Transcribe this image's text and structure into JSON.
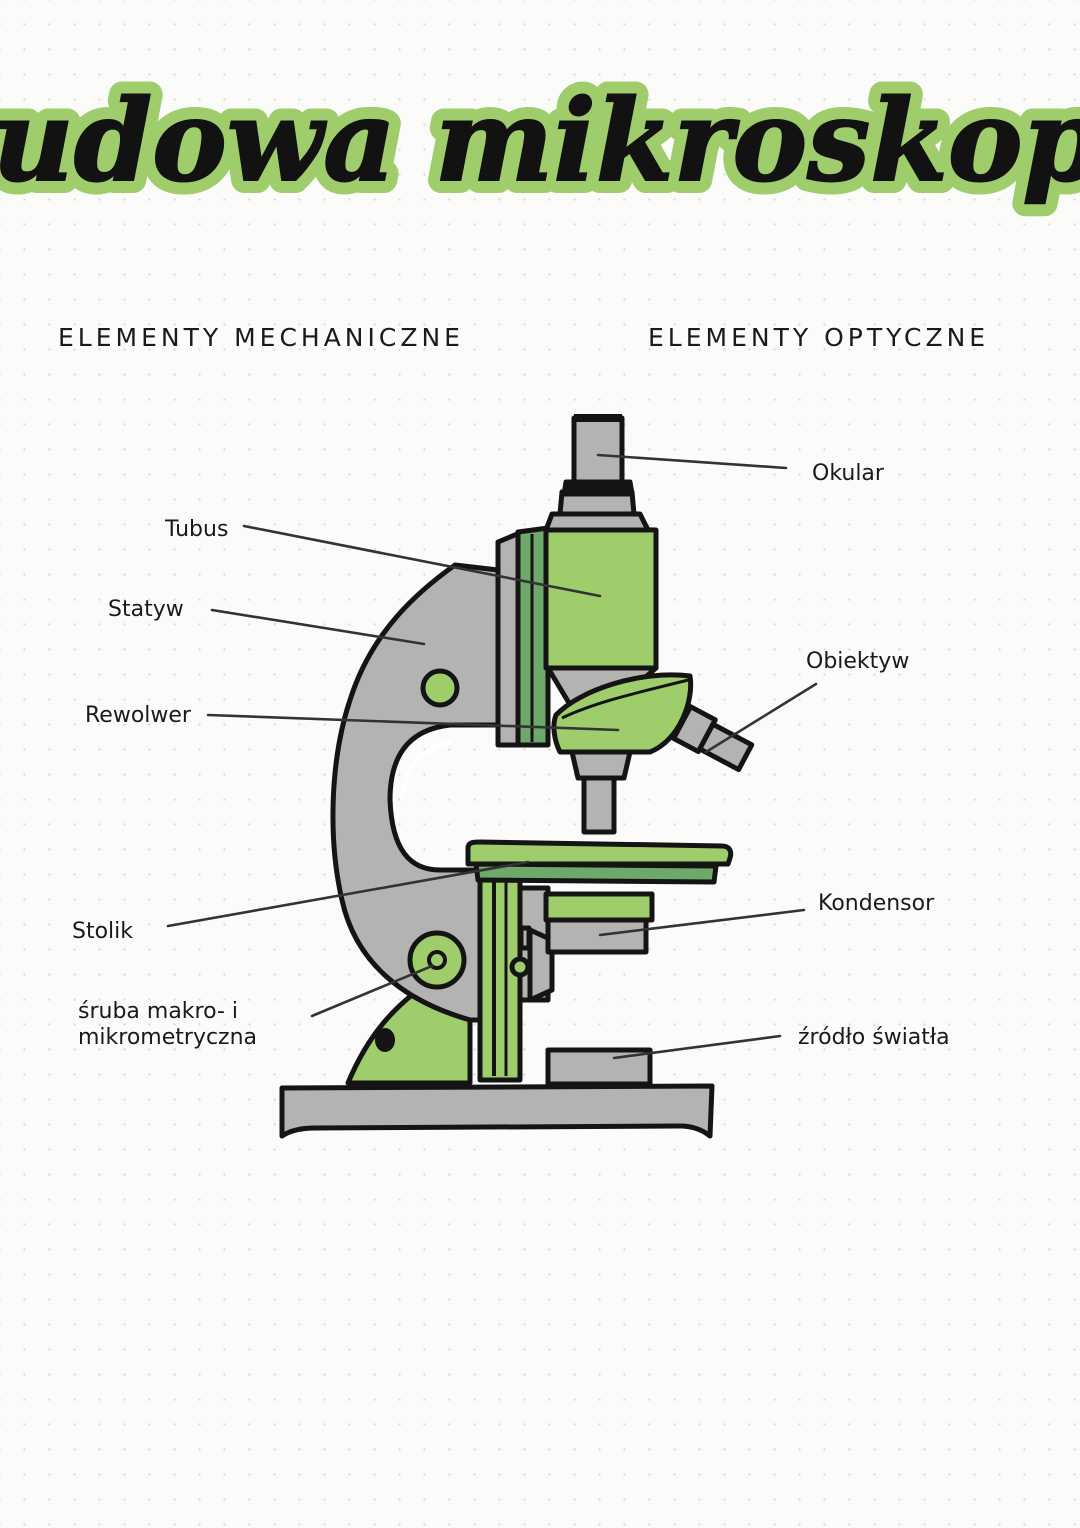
{
  "title": "Budowa mikroskopu",
  "sections": {
    "mechanical": "ELEMENTY MECHANICZNE",
    "optical": "ELEMENTY OPTYCZNE"
  },
  "labels": {
    "tubus": "Tubus",
    "statyw": "Statyw",
    "rewolwer": "Rewolwer",
    "stolik": "Stolik",
    "sruba_1": "śruba makro- i",
    "sruba_2": "mikrometryczna",
    "okular": "Okular",
    "obiektyw": "Obiektyw",
    "kondensor": "Kondensor",
    "zrodlo": "źródło światła"
  },
  "colors": {
    "accent_green": "#9fcd6c",
    "dark_green": "#6fa86b",
    "gray": "#b3b3b1",
    "ink": "#141414"
  }
}
